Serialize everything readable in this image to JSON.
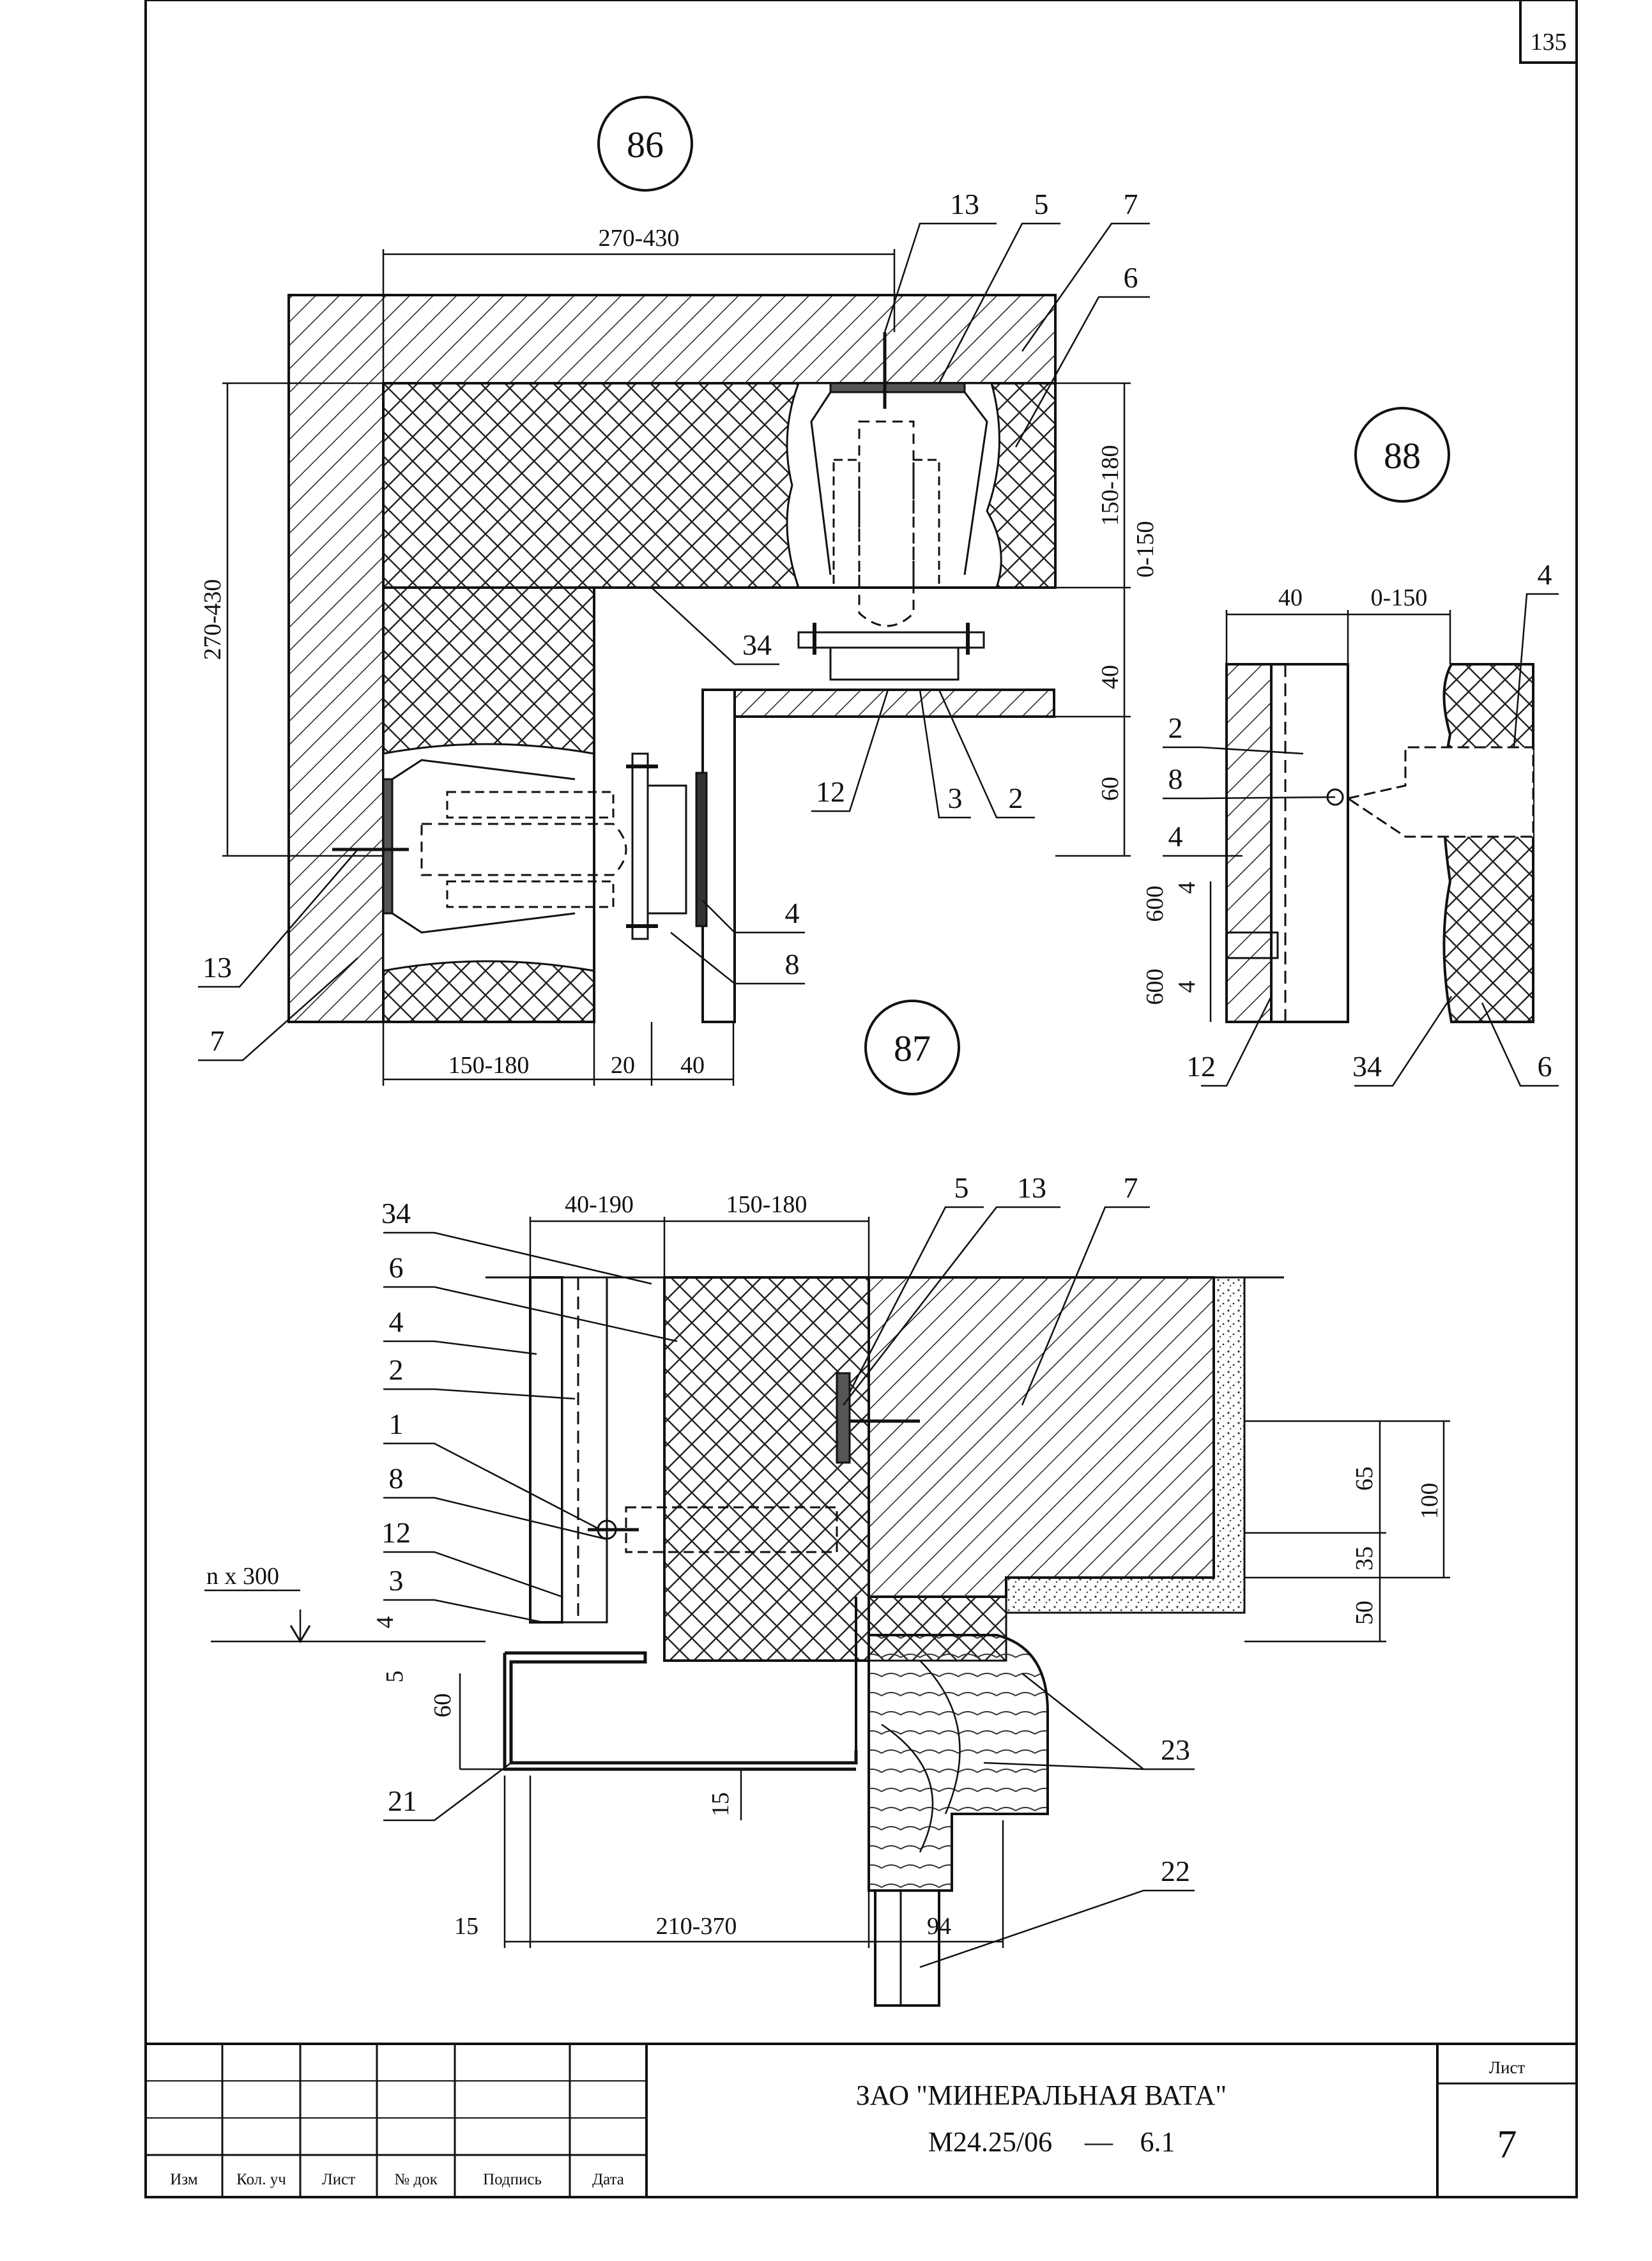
{
  "page_number": "135",
  "callouts": [
    "86",
    "87",
    "88"
  ],
  "detail_86": {
    "dims": [
      "270-430",
      "270-430",
      "150-180",
      "0-150",
      "40",
      "60",
      "150-180",
      "20",
      "40"
    ],
    "tags": [
      "13",
      "5",
      "7",
      "6",
      "34",
      "12",
      "3",
      "2",
      "13",
      "7",
      "4",
      "8"
    ]
  },
  "detail_88": {
    "dims": [
      "40",
      "0-150",
      "600",
      "600",
      "4",
      "4"
    ],
    "tags": [
      "4",
      "2",
      "8",
      "4",
      "12",
      "34",
      "6"
    ]
  },
  "detail_bottom": {
    "dims": [
      "40-190",
      "150-180",
      "65",
      "35",
      "50",
      "100",
      "4",
      "5",
      "60",
      "15",
      "15",
      "210-370",
      "94"
    ],
    "level": "n x 300",
    "tags": [
      "34",
      "6",
      "4",
      "2",
      "1",
      "8",
      "12",
      "3",
      "21",
      "5",
      "13",
      "7",
      "23",
      "22"
    ]
  },
  "title_block": {
    "col_headers": [
      "Изм",
      "Кол. уч",
      "Лист",
      "№ док",
      "Подпись",
      "Дата"
    ],
    "organization": "ЗАО \"МИНЕРАЛЬНАЯ ВАТА\"",
    "doc_code": "М24.25/06",
    "dash": "—",
    "doc_section": "6.1",
    "sheet_label": "Лист",
    "sheet_number": "7"
  }
}
